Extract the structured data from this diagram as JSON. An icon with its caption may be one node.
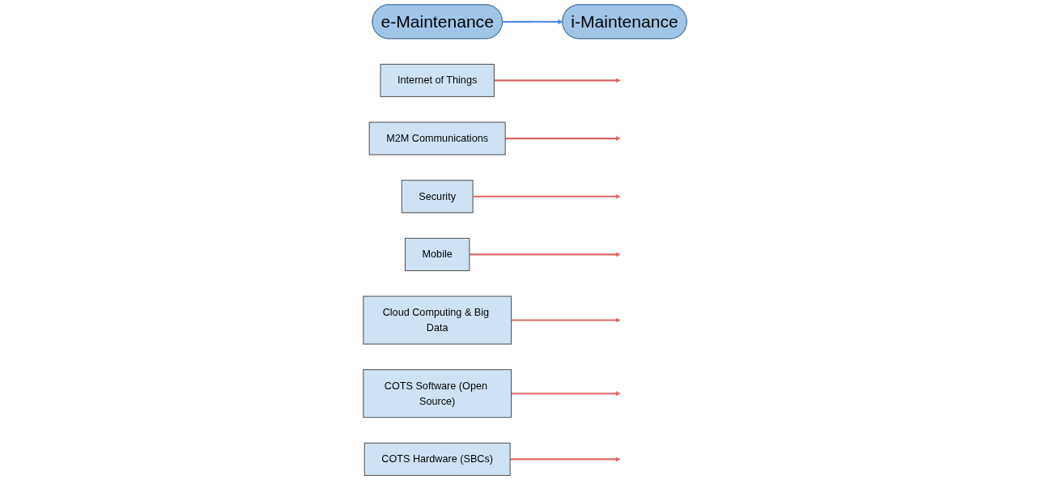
{
  "diagram": {
    "nodes": [
      {
        "text": [
          "e-Maintenance"
        ]
      },
      {
        "text": [
          "i-Maintenance"
        ]
      },
      {
        "text": [
          "Internet of Things"
        ]
      },
      {
        "text": [
          "M2M Communications"
        ]
      },
      {
        "text": [
          "Security"
        ]
      },
      {
        "text": [
          "Mobile"
        ]
      },
      {
        "text": [
          "Cloud Computing & Big Data"
        ]
      },
      {
        "text": [
          "COTS Software (Open Source)"
        ]
      },
      {
        "text": [
          "COTS Hardware (SBCs)"
        ]
      }
    ],
    "edges": [
      {
        "from": 0,
        "to": 1,
        "arrow": "to",
        "color": "#4a86e8"
      },
      {
        "from": 2,
        "to": null,
        "arrow": "to",
        "color": "#e06666"
      },
      {
        "from": 3,
        "to": null,
        "arrow": "to",
        "color": "#e06666"
      },
      {
        "from": 4,
        "to": null,
        "arrow": "to",
        "color": "#e06666"
      },
      {
        "from": 5,
        "to": null,
        "arrow": "to",
        "color": "#e06666"
      },
      {
        "from": 6,
        "to": null,
        "arrow": "to",
        "color": "#e06666"
      },
      {
        "from": 7,
        "to": null,
        "arrow": "to",
        "color": "#e06666"
      },
      {
        "from": 8,
        "to": null,
        "arrow": "to",
        "color": "#e06666"
      }
    ]
  }
}
